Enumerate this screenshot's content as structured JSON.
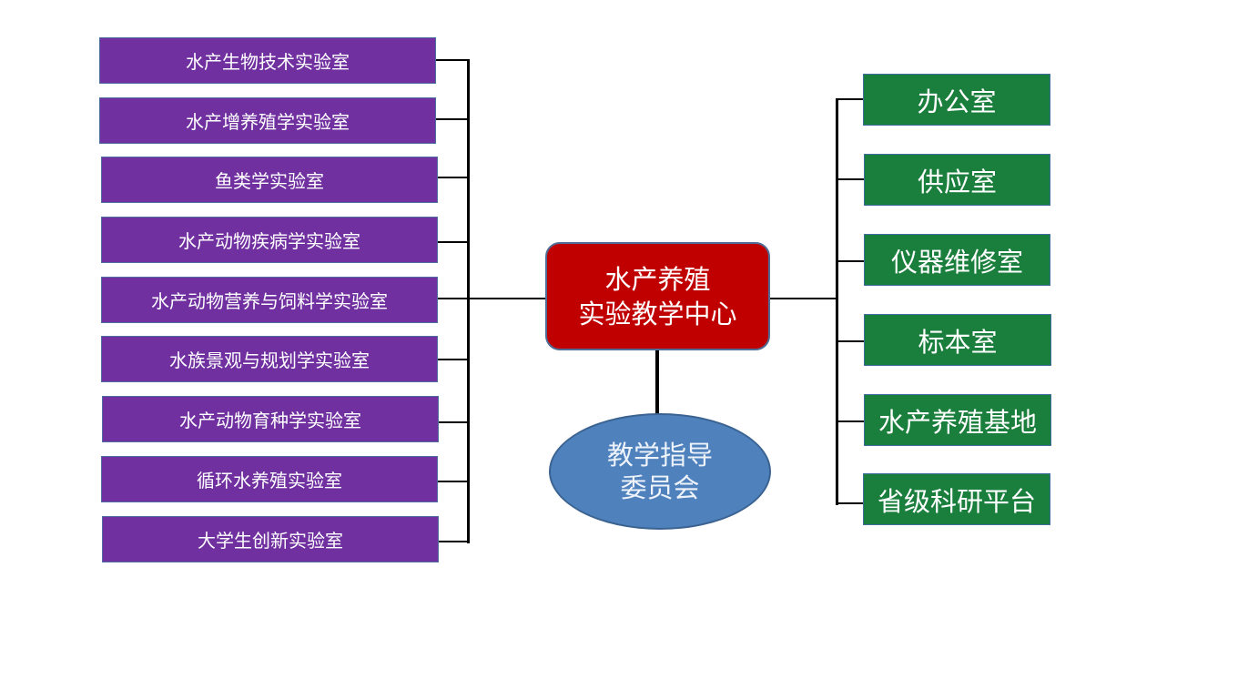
{
  "center": {
    "line1": "水产养殖",
    "line2": "实验教学中心",
    "color": "#c00000"
  },
  "committee": {
    "line1": "教学指导",
    "line2": "委员会",
    "color": "#4f81bd"
  },
  "labs": {
    "color": "#7030a0",
    "items": [
      {
        "label": "水产生物技术实验室"
      },
      {
        "label": "水产增养殖学实验室"
      },
      {
        "label": "鱼类学实验室"
      },
      {
        "label": "水产动物疾病学实验室"
      },
      {
        "label": "水产动物营养与饲料学实验室"
      },
      {
        "label": "水族景观与规划学实验室"
      },
      {
        "label": "水产动物育种学实验室"
      },
      {
        "label": "循环水养殖实验室"
      },
      {
        "label": "大学生创新实验室"
      }
    ]
  },
  "departments": {
    "color": "#1a7f3c",
    "items": [
      {
        "label": "办公室"
      },
      {
        "label": "供应室"
      },
      {
        "label": "仪器维修室"
      },
      {
        "label": "标本室"
      },
      {
        "label": "水产养殖基地"
      },
      {
        "label": "省级科研平台"
      }
    ]
  }
}
